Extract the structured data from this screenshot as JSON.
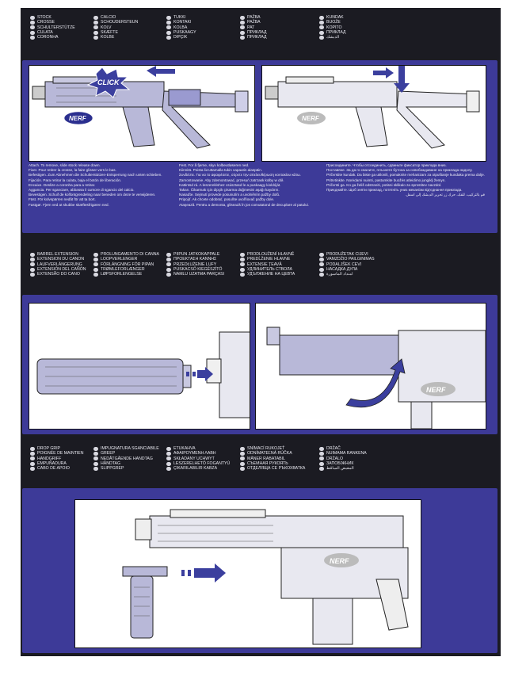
{
  "section1": {
    "legend": [
      [
        "STOCK",
        "CROSSE",
        "SCHULTERSTÜTZE",
        "CULATA",
        "CORONHA"
      ],
      [
        "CALCIO",
        "SCHOUDERSTEUN",
        "KOLV",
        "SKÆFTE",
        "KOLBE"
      ],
      [
        "TUKKI",
        "KONTAKI",
        "KOLBA",
        "PUSKAAGY",
        "DIPÇIK"
      ],
      [
        "PAŽBA",
        "PAŽBA",
        "PAT",
        "ПРИКЛАД",
        "ПРИКЛАД"
      ],
      [
        "KUNDAK",
        "BUOŽE",
        "KOPITO",
        "ПРИКЛАД",
        "الدبشك"
      ]
    ],
    "click_label": "CLICK",
    "brand": "NERF",
    "instructions_left": [
      "Attach. To remove, slide stock release down.",
      "Fixer. Pour retirer la crosse, la faire glisser vers le bas.",
      "Befestigen. Zum Abnehmen die Schulterstützen-Entsperrung nach unten schieben.",
      "Fijación. Para retirar la culata, baja el botón de liberación.",
      "Encaixe. Deslize a coronha para a retirar.",
      "Aggancia. Per sganciare, abbassa il cursore di sgancio del calcio.",
      "Bevestigen. Schuif de kolfontgrendeling naar beneden om deze te verwijderen.",
      "Fäst. För kolvspärren nedåt för att ta bort.",
      "Fastgør. Fjern ved at skubbe skæftesfrigøren ned."
    ],
    "instructions_mid": [
      "Fest. For å fjerne, skyv kolbeutløseren ned.",
      "Kiinnitä. Poista liu'uttamalla tukin vapautin alaspäin.",
      "Συνδέστε. Για να το αφαιρέσετε, σύρετε την απελευθέρωση κοντακίου κάτω.",
      "Zamontowanie. Aby zdemontować, przesuń zatrzask kolby w dół.",
      "Kattintsd rá. A leszereléshez csúsztasd le a puskaagy kioldóját.",
      "Takan. Čikarmak için dipçik çıkarma düğmesini aşağı kaydırın.",
      "Nasaďte. Sejmutí provede posunutím a uvolněním pažby dolů.",
      "Pripojiť. Ak chcete odobrať, posuňte uvoľňovač pažby dole.",
      "Ataşează. Pentru a demonta, glisează în jos comutatorul de decuplare al patului."
    ],
    "instructions_right": [
      "Присоедините. Чтобы отсоединить, сдвиньте фиксатор приклада вниз.",
      "Поставяне. За да го свалите, плъзнете бутона за освобождаване на приклада надолу.",
      "Pričvrstite kundak. Da biste ga uklonili, pomaknite mehanizam za otpuštanje kundaka prema dolje.",
      "Pritrvtinkite. Norėdami nuimti, pastumkite buožės atleidimo jungiklį žemyn.",
      "Pričvrsti ga. Ko ga želiš odstraniti, potisni sklikalo za sprostitev navzdol.",
      "Приєднайте. Щоб зняти приклад, потягніть униз механізм від'єднання приклада.",
      "قم بالتركيب. للفك، حرك زر تحرير الدبشك إلى أسفل."
    ]
  },
  "section2": {
    "legend": [
      [
        "BARREL EXTENSION",
        "EXTENSION DU CANON",
        "LAUFVERLÄNGERUNG",
        "EXTENSIÓN DEL CAÑÓN",
        "EXTENSÃO DO CANO"
      ],
      [
        "PROLUNGAMENTO DI CANNA",
        "LOOPVERLENGER",
        "FÖRLÄNGNING FÖR PIPAN",
        "TRØMLEFORLÆNGER",
        "LØPSFORLENGELSE"
      ],
      [
        "PIIPUN JATKOKAPPALE",
        "ΠΡΟΕΚΤΑΣΗ ΚΑΝΝΗΣ",
        "PRZEDŁUŻENIE LUFY",
        "PUSKACSŐ KIEGÉSZÍTŐ",
        "NAMLU UZATMA PARÇASI"
      ],
      [
        "PRODLOUŽENÍ HLAVNĚ",
        "PREDĹŽENIE HLAVNE",
        "EXTENSIE ȚEAVĂ",
        "УДЛИНИТЕЛЬ СТВОЛА",
        "УДЪЛЖЕНИЕ НА ЦЕВТА"
      ],
      [
        "PRODUŽETAK CIJEVI",
        "VAMZDŽIO PAILGINIMAS",
        "PODALJŠEK CEVI",
        "НАСАДКА ДУЛА",
        "امتداد الماسورة"
      ]
    ],
    "brand": "NERF"
  },
  "section3": {
    "legend": [
      [
        "DROP GRIP",
        "POIGNÉE DE MAINTIEN",
        "HANDGRIFF",
        "EMPUÑADURA",
        "CABO DE APOIO"
      ],
      [
        "IMPUGNATURA SGANCIABILE",
        "GREEP",
        "NEDÅTGÅENDE HANDTAG",
        "HÅNDTAG",
        "SLIPPGREP"
      ],
      [
        "ETUKAHVA",
        "ΑΦΑΙΡΟΥΜΕΝΗ ΛΑΒΗ",
        "SKŁADANY UCHWYT",
        "LESZERELHETŐ FOGANTYÚ",
        "ÇIKARILABILIR KABZA"
      ],
      [
        "SNÍMACÍ RUKOJEŤ",
        "ODNÍMATEĽNÁ RÚČKA",
        "MÂNER RABATABIL",
        "СЪЕМНАЯ РУКОЯТЬ",
        "ОТДЕЛЯЩА СЕ РЪКОХВАТКА"
      ],
      [
        "DRŽAČ",
        "NUIMAMA RANKENA",
        "DRŽALO",
        "ЗАПОБІЖНИК",
        "المقبض الساقط"
      ]
    ],
    "brand": "NERF"
  },
  "colors": {
    "band": "#3d3a98",
    "gun_fill": "#b8b8d8",
    "arrow": "#3b3f9e",
    "sheet": "#1b1b22"
  }
}
